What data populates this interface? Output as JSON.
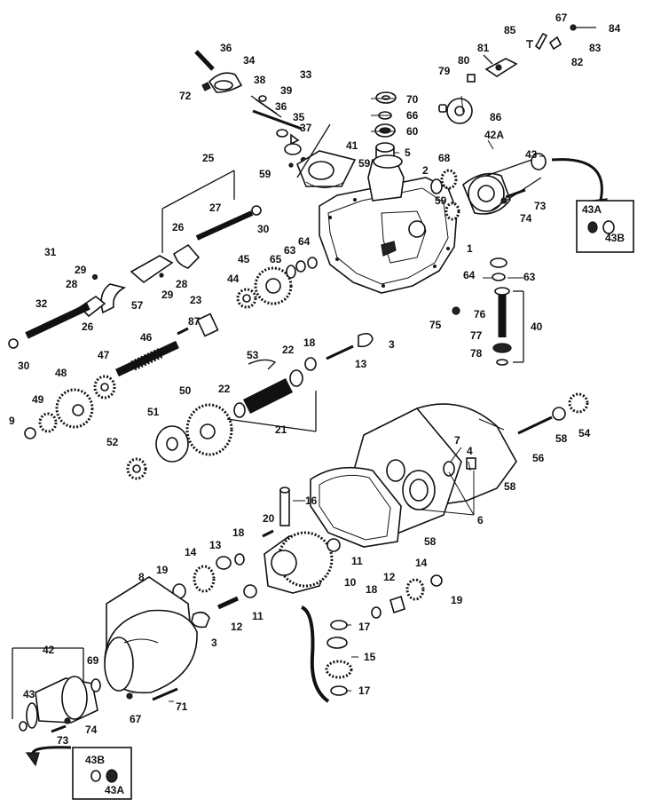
{
  "labels": {
    "p84": "84",
    "p67a": "67",
    "p85": "85",
    "p83": "83",
    "p82": "82",
    "p81": "81",
    "p80": "80",
    "p79": "79",
    "p86": "86",
    "p42A": "42A",
    "p43a": "43",
    "p43A_box": "43A",
    "p43B_box": "43B",
    "p73a": "73",
    "p74a": "74",
    "p36a": "36",
    "p34": "34",
    "p33": "33",
    "p72": "72",
    "p38": "38",
    "p39": "39",
    "p36b": "36",
    "p35": "35",
    "p37": "37",
    "p70": "70",
    "p66": "66",
    "p60": "60",
    "p5": "5",
    "p41": "41",
    "p59a": "59",
    "p59b": "59",
    "p59c": "59",
    "p2": "2",
    "p68": "68",
    "p1": "1",
    "p25": "25",
    "p27": "27",
    "p30a": "30",
    "p26a": "26",
    "p26b": "26",
    "p31": "31",
    "p29a": "29",
    "p28a": "28",
    "p29b": "29",
    "p28b": "28",
    "p57": "57",
    "p32": "32",
    "p30b": "30",
    "p45": "45",
    "p65": "65",
    "p63a": "63",
    "p64a": "64",
    "p44": "44",
    "p23": "23",
    "p87": "87",
    "p64b": "64",
    "p63b": "63",
    "p75": "75",
    "p76": "76",
    "p40": "40",
    "p77": "77",
    "p78": "78",
    "p46": "46",
    "p47": "47",
    "p48": "48",
    "p49": "49",
    "p9": "9",
    "p53": "53",
    "p22a": "22",
    "p18a": "18",
    "p3a": "3",
    "p13a": "13",
    "p22b": "22",
    "p21": "21",
    "p50": "50",
    "p51": "51",
    "p52": "52",
    "p54": "54",
    "p58a": "58",
    "p56": "56",
    "p7": "7",
    "p4": "4",
    "p58b": "58",
    "p6": "6",
    "p58c": "58",
    "p16": "16",
    "p20": "20",
    "p18b": "18",
    "p13b": "13",
    "p14a": "14",
    "p19a": "19",
    "p11a": "11",
    "p10": "10",
    "p8": "8",
    "p12a": "12",
    "p11b": "11",
    "p3b": "3",
    "p14b": "14",
    "p19b": "19",
    "p18c": "18",
    "p12b": "12",
    "p17a": "17",
    "p15": "15",
    "p17b": "17",
    "p42": "42",
    "p69": "69",
    "p43b": "43",
    "p73b": "73",
    "p74b": "74",
    "p67b": "67",
    "p71": "71",
    "p43B_box2": "43B",
    "p43A_box2": "43A"
  }
}
